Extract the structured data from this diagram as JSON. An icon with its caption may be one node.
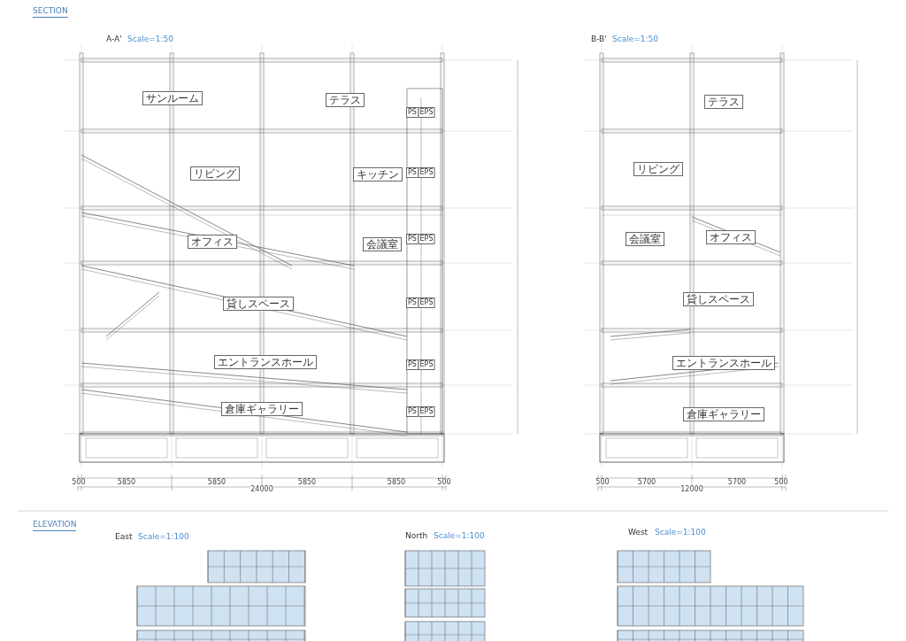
{
  "diagram": {
    "labels": [
      "SECTION",
      "A-A'",
      "Scale=1:50",
      "サンルーム",
      "テラス",
      "リビング",
      "キッチン",
      "オフィス",
      "会議室",
      "貸しスペース",
      "エントランスホール",
      "倉庫ギャラリー",
      "PS",
      "EPS",
      "PS",
      "EPS",
      "PS",
      "EPS",
      "PS",
      "EPS",
      "PS",
      "EPS",
      "PS",
      "EPS",
      "500",
      "5850",
      "5850",
      "5850",
      "5850",
      "500",
      "24000",
      "B-B'",
      "Scale=1:50",
      "テラス",
      "リビング",
      "会議室",
      "オフィス",
      "貸しスペース",
      "エントランスホール",
      "倉庫ギャラリー",
      "500",
      "5700",
      "5700",
      "500",
      "12000",
      "ELEVATION",
      "East",
      "Scale=1:100",
      "North",
      "Scale=1:100",
      "West",
      "Scale=1:100"
    ]
  }
}
